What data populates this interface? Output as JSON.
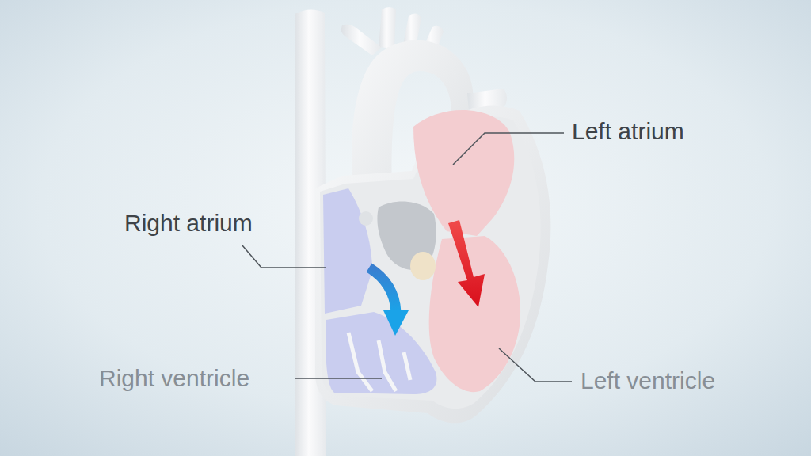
{
  "diagram": {
    "labels": [
      "Left atrium",
      "Right atrium",
      "Right ventricle",
      "Left ventricle"
    ]
  }
}
